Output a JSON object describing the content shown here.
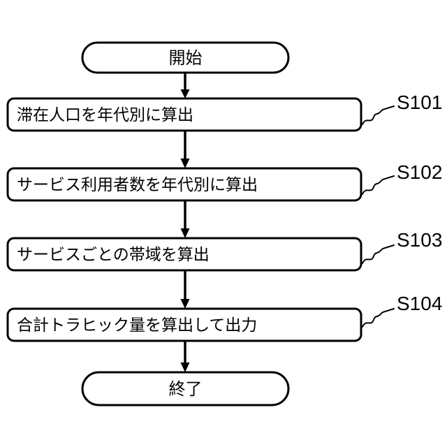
{
  "figure": {
    "type": "flowchart",
    "background_color": "#ffffff",
    "stroke_color": "#000000",
    "text_color": "#000000"
  },
  "flowchart": {
    "start_label": "開始",
    "end_label": "終了",
    "steps": [
      {
        "id": "S101",
        "text": "滞在人口を年代別に算出"
      },
      {
        "id": "S102",
        "text": "サービス利用者数を年代別に算出"
      },
      {
        "id": "S103",
        "text": "サービスごとの帯域を算出"
      },
      {
        "id": "S104",
        "text": "合計トラヒック量を算出して出力"
      }
    ]
  }
}
